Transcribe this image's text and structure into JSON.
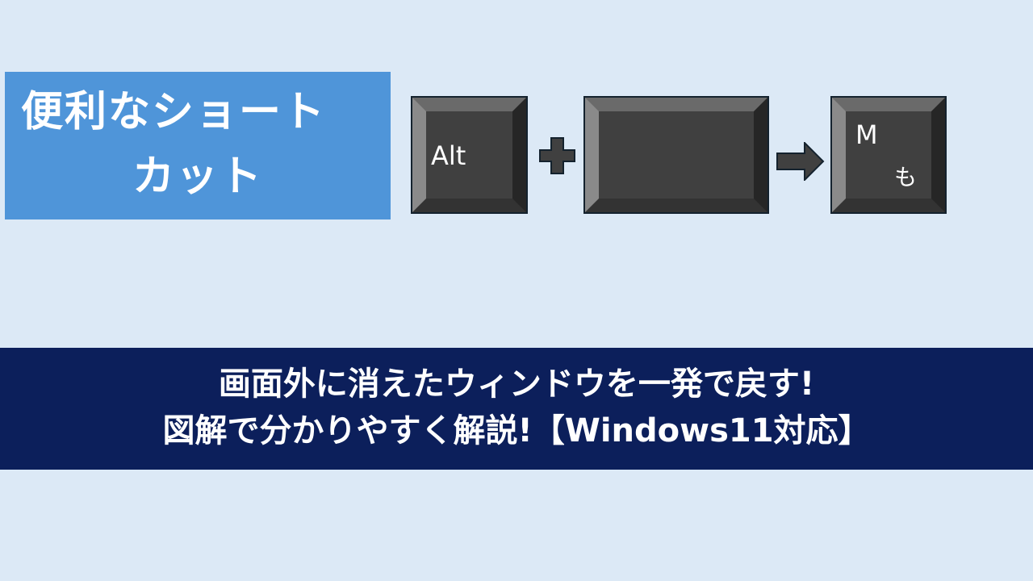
{
  "label": {
    "line1": "便利なショート",
    "line2": "カット"
  },
  "keys": {
    "first": "Alt",
    "second": "",
    "result_main": "M",
    "result_kana": "も"
  },
  "banner": {
    "line1": "画面外に消えたウィンドウを一発で戻す!",
    "line2": "図解で分かりやすく解説!【Windows11対応】"
  },
  "colors": {
    "background": "#dce9f6",
    "label_bg": "#4f95d9",
    "banner_bg": "#0c1f5b",
    "key_face": "#404040"
  }
}
